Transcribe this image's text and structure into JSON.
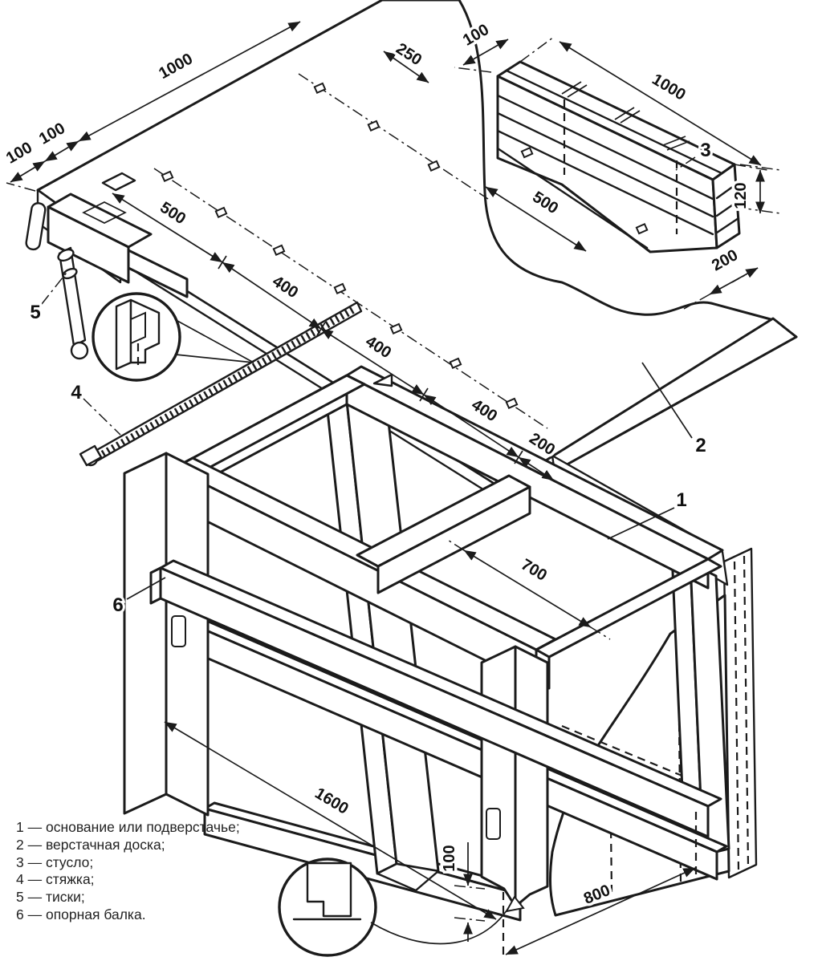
{
  "drawing": {
    "ink_color": "#1b1b1b",
    "background_color": "#ffffff"
  },
  "dims": {
    "slab_w1": "100",
    "slab_w2": "100",
    "slab_width": "1000",
    "slab_250": "250",
    "chain": [
      "500",
      "400",
      "400",
      "400",
      "200"
    ],
    "miter_offset": "100",
    "miter_len": "1000",
    "miter_pos": "500",
    "miter_h": "120",
    "miter_gap": "200",
    "frame_depth": "700",
    "frame_len": "1600",
    "foot": "100",
    "panel": "800"
  },
  "parts": {
    "n1": "1",
    "n2": "2",
    "n3": "3",
    "n4": "4",
    "n5": "5",
    "n6": "6"
  },
  "legend": {
    "items": [
      "1 — основание или подверстачье;",
      "2 — верстачная доска;",
      "3 — стусло;",
      "4 — стяжка;",
      "5 — тиски;",
      "6 — опорная балка."
    ]
  }
}
